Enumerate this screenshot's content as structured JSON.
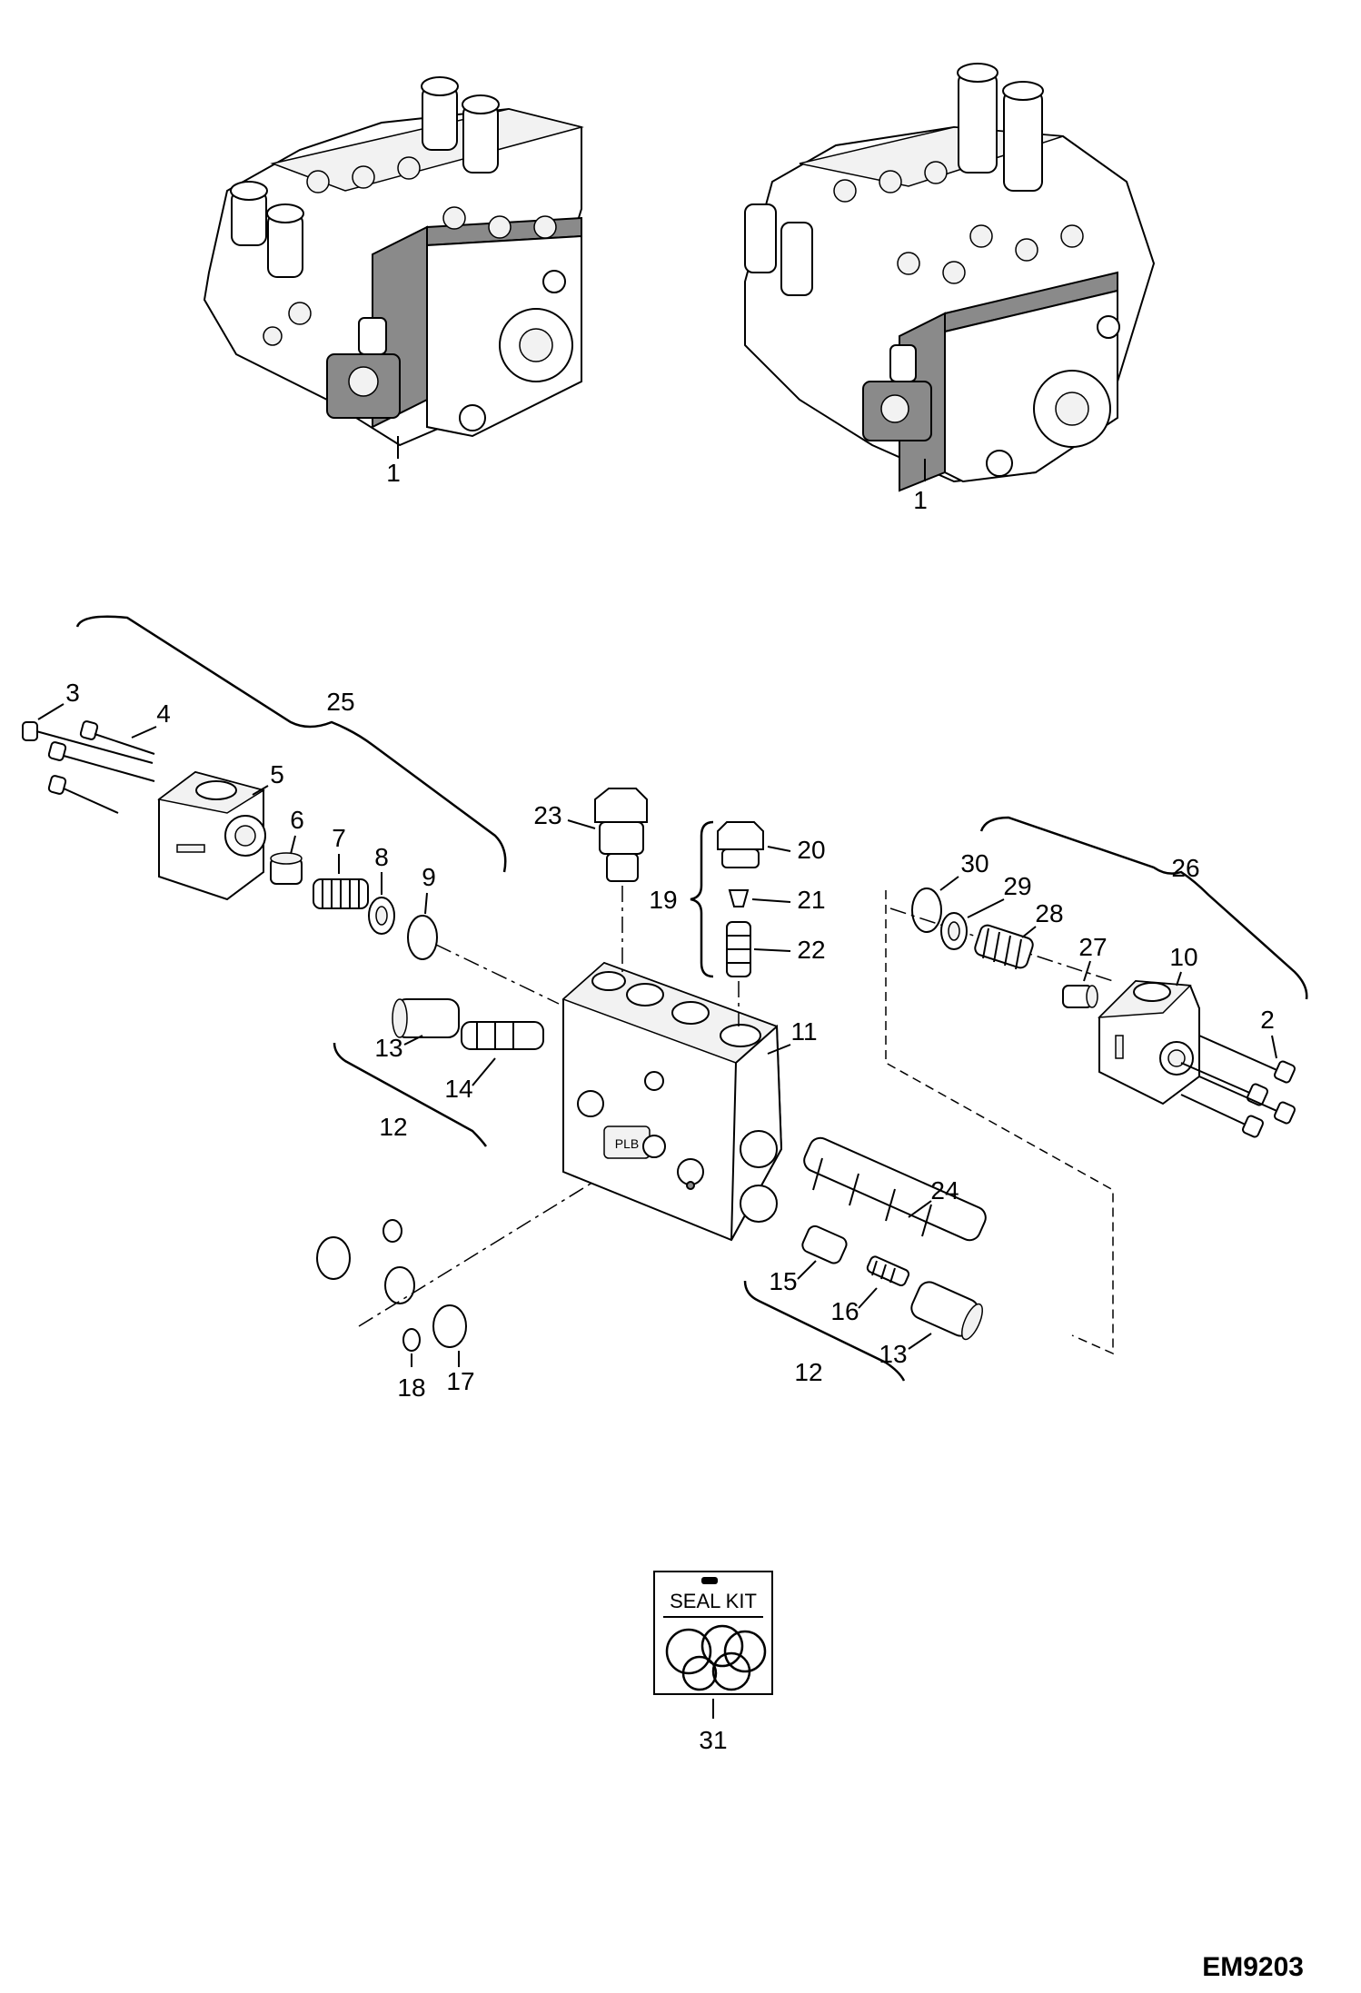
{
  "diagram_code": "EM9203",
  "seal_kit_label": "SEAL KIT",
  "body_marking": "PLB",
  "callouts": {
    "c1a": "1",
    "c1b": "1",
    "c2": "2",
    "c3": "3",
    "c4": "4",
    "c5": "5",
    "c6": "6",
    "c7": "7",
    "c8": "8",
    "c9": "9",
    "c10": "10",
    "c11": "11",
    "c12a": "12",
    "c12b": "12",
    "c13a": "13",
    "c13b": "13",
    "c14": "14",
    "c15": "15",
    "c16": "16",
    "c17": "17",
    "c18": "18",
    "c19": "19",
    "c20": "20",
    "c21": "21",
    "c22": "22",
    "c23": "23",
    "c24": "24",
    "c25": "25",
    "c26": "26",
    "c27": "27",
    "c28": "28",
    "c29": "29",
    "c30": "30",
    "c31": "31"
  }
}
